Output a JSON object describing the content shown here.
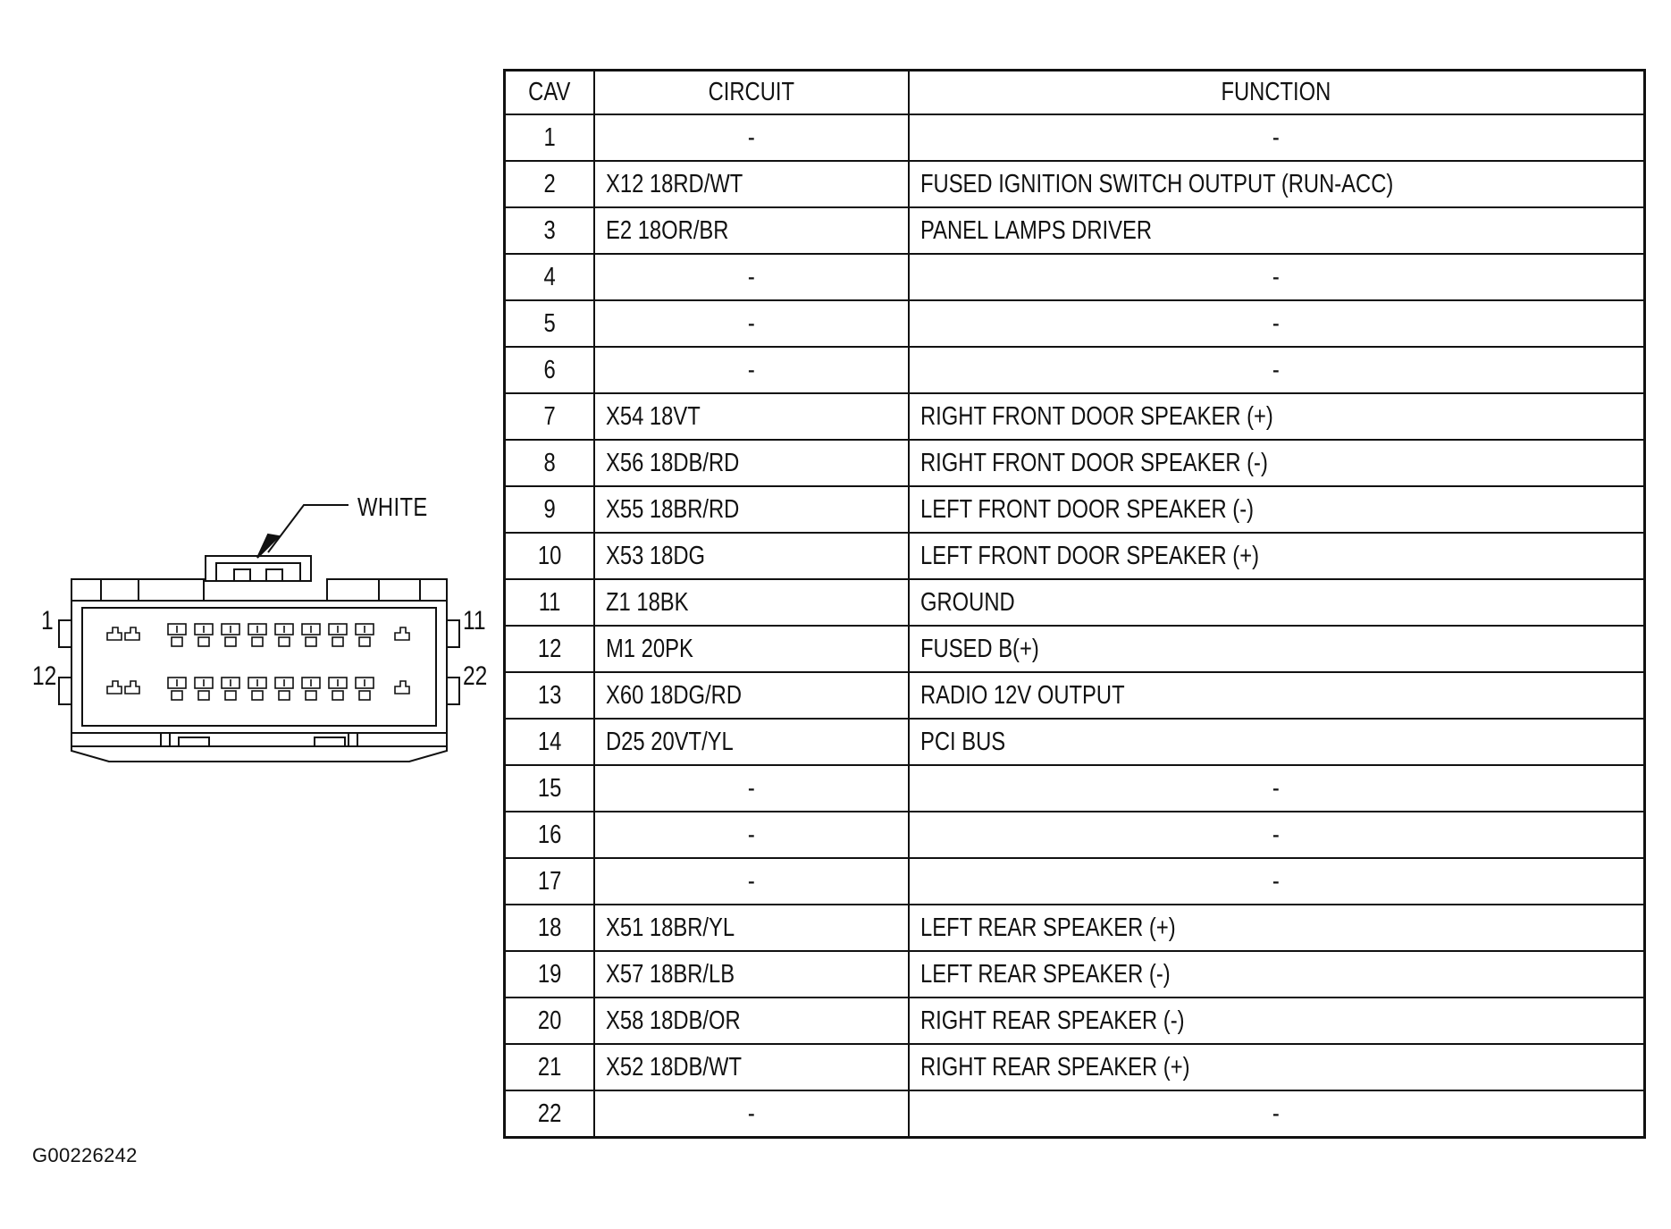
{
  "connector": {
    "color_label": "WHITE",
    "pin_labels": {
      "top_left": "1",
      "bottom_left": "12",
      "top_right": "11",
      "bottom_right": "22"
    }
  },
  "table": {
    "headers": {
      "cav": "CAV",
      "circuit": "CIRCUIT",
      "function": "FUNCTION"
    },
    "rows": [
      {
        "cav": "1",
        "circuit": "-",
        "function": "-"
      },
      {
        "cav": "2",
        "circuit": "X12 18RD/WT",
        "function": "FUSED IGNITION SWITCH OUTPUT (RUN-ACC)"
      },
      {
        "cav": "3",
        "circuit": "E2 18OR/BR",
        "function": "PANEL LAMPS DRIVER"
      },
      {
        "cav": "4",
        "circuit": "-",
        "function": "-"
      },
      {
        "cav": "5",
        "circuit": "-",
        "function": "-"
      },
      {
        "cav": "6",
        "circuit": "-",
        "function": "-"
      },
      {
        "cav": "7",
        "circuit": "X54 18VT",
        "function": "RIGHT FRONT DOOR SPEAKER (+)"
      },
      {
        "cav": "8",
        "circuit": "X56 18DB/RD",
        "function": "RIGHT FRONT DOOR SPEAKER (-)"
      },
      {
        "cav": "9",
        "circuit": "X55 18BR/RD",
        "function": "LEFT FRONT DOOR SPEAKER (-)"
      },
      {
        "cav": "10",
        "circuit": "X53 18DG",
        "function": "LEFT FRONT DOOR SPEAKER (+)"
      },
      {
        "cav": "11",
        "circuit": "Z1 18BK",
        "function": "GROUND"
      },
      {
        "cav": "12",
        "circuit": "M1 20PK",
        "function": "FUSED B(+)"
      },
      {
        "cav": "13",
        "circuit": "X60 18DG/RD",
        "function": "RADIO 12V OUTPUT"
      },
      {
        "cav": "14",
        "circuit": "D25 20VT/YL",
        "function": "PCI BUS"
      },
      {
        "cav": "15",
        "circuit": "-",
        "function": "-"
      },
      {
        "cav": "16",
        "circuit": "-",
        "function": "-"
      },
      {
        "cav": "17",
        "circuit": "-",
        "function": "-"
      },
      {
        "cav": "18",
        "circuit": "X51 18BR/YL",
        "function": "LEFT REAR SPEAKER (+)"
      },
      {
        "cav": "19",
        "circuit": "X57 18BR/LB",
        "function": "LEFT REAR SPEAKER (-)"
      },
      {
        "cav": "20",
        "circuit": "X58 18DB/OR",
        "function": "RIGHT REAR SPEAKER (-)"
      },
      {
        "cav": "21",
        "circuit": "X52 18DB/WT",
        "function": "RIGHT REAR SPEAKER (+)"
      },
      {
        "cav": "22",
        "circuit": "-",
        "function": "-"
      }
    ]
  },
  "figure_id": "G00226242"
}
